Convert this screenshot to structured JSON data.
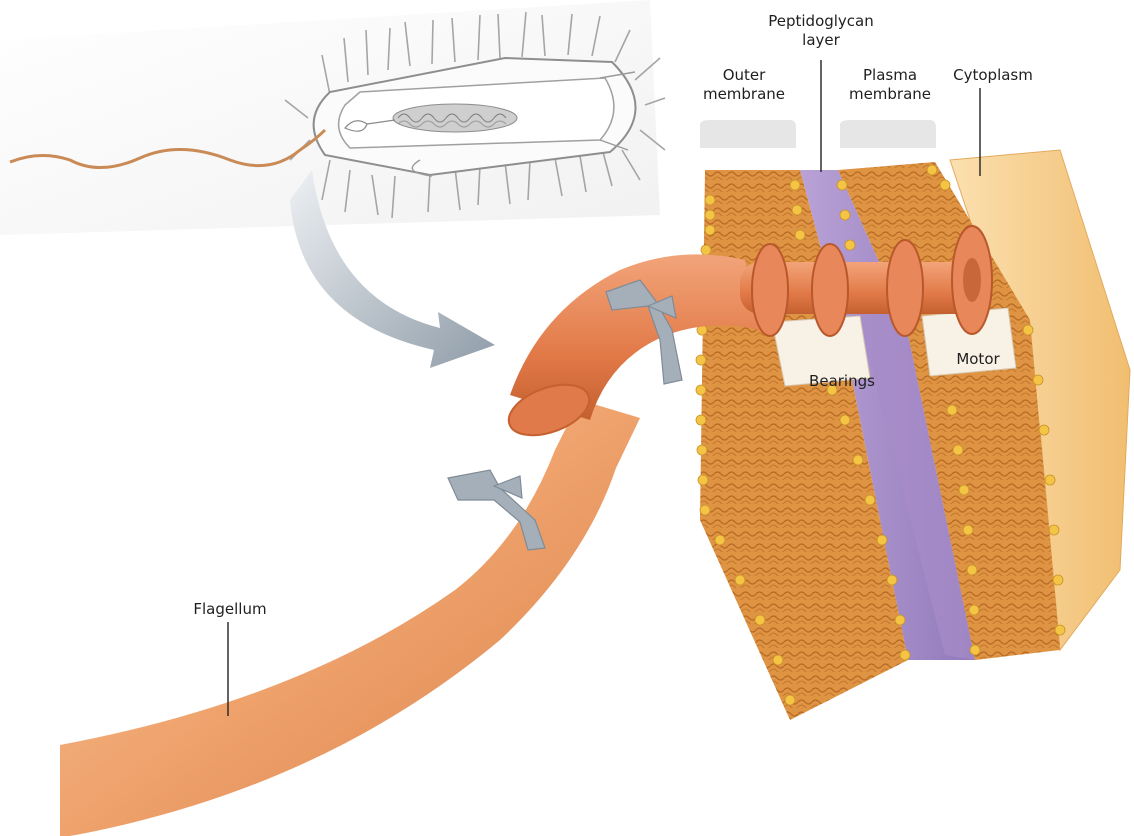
{
  "labels": {
    "peptidoglycan_line1": "Peptidoglycan",
    "peptidoglycan_line2": "layer",
    "outer_line1": "Outer",
    "outer_line2": "membrane",
    "plasma_line1": "Plasma",
    "plasma_line2": "membrane",
    "cytoplasm": "Cytoplasm",
    "bearings": "Bearings",
    "motor": "Motor",
    "flagellum": "Flagellum"
  },
  "colors": {
    "lipid_head": "#f2c14a",
    "lipid_body": "#d98a3c",
    "peptidoglycan": "#a98fc9",
    "cytoplasm": "#f6cf8e",
    "flagellum": "#f0a873",
    "hook": "#e47f4f",
    "rotation_arrow": "#9aa6b2",
    "pointer_arrow": "#8c9aa6"
  }
}
